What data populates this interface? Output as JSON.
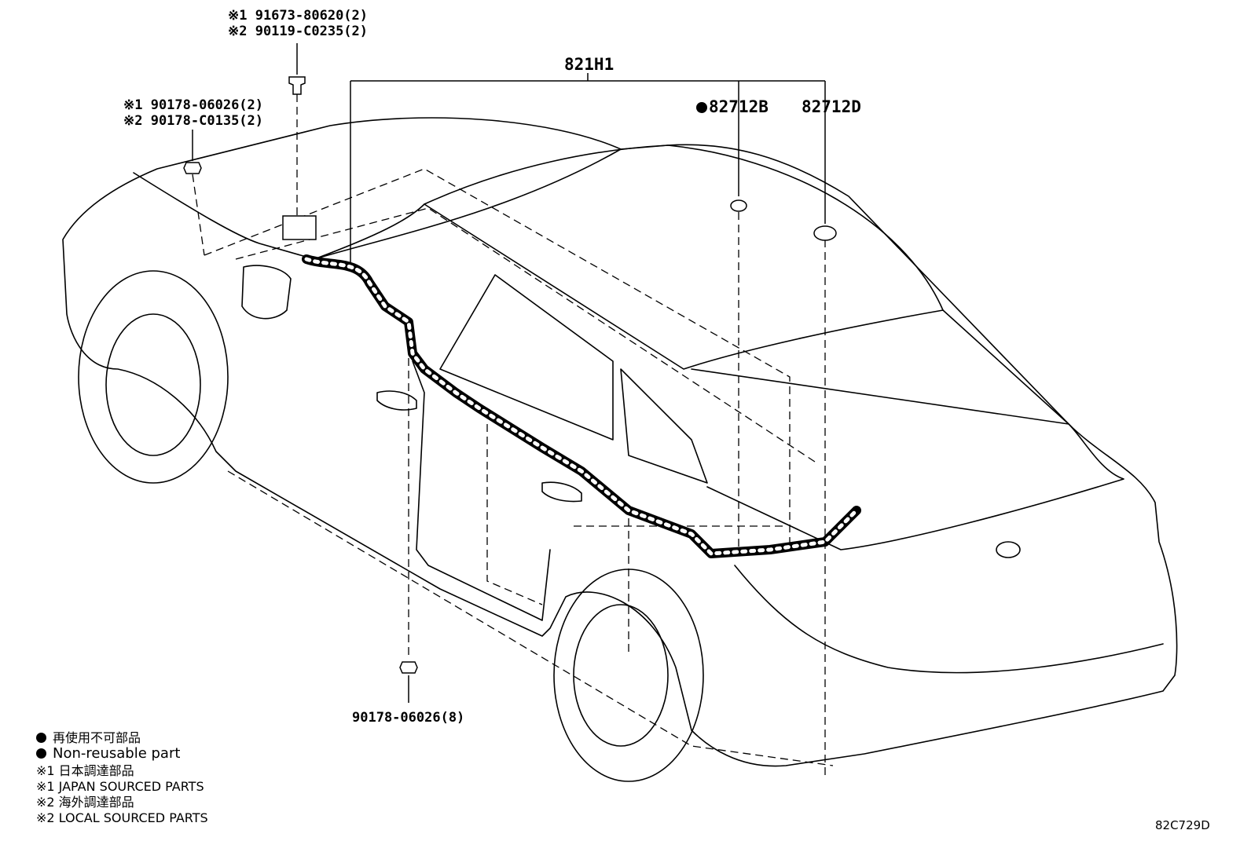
{
  "labels": {
    "bolt_top_1": "※1 91673-80620(2)",
    "bolt_top_2": "※2 90119-C0235(2)",
    "nut_left_1": "※1 90178-06026(2)",
    "nut_left_2": "※2 90178-C0135(2)",
    "harness": "821H1",
    "clamp_b": "82712B",
    "clamp_d": "82712D",
    "nut_bottom": "90178-06026(8)"
  },
  "legend": {
    "line1": "再使用不可部品",
    "line2": "Non-reusable part",
    "line3": "※1 日本調達部品",
    "line4": "※1 JAPAN SOURCED PARTS",
    "line5": "※2 海外調達部品",
    "line6": "※2 LOCAL SOURCED PARTS"
  },
  "illustration_code": "82C729D",
  "colors": {
    "line": "#000000",
    "background": "#ffffff"
  }
}
